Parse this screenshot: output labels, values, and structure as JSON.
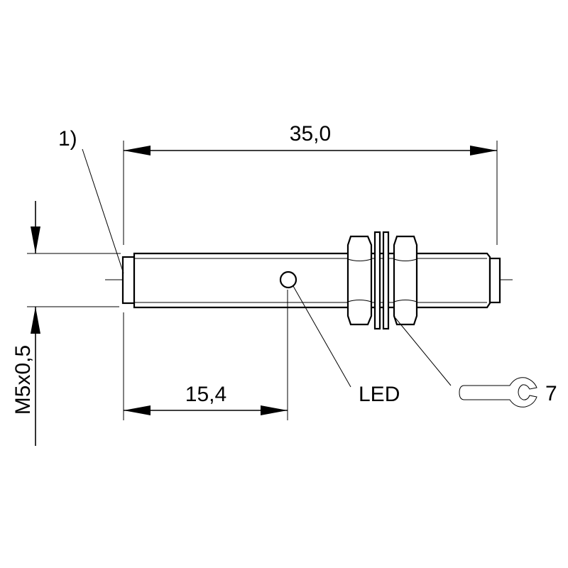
{
  "drawing": {
    "overall_length": "35,0",
    "led_distance": "15,4",
    "thread": "M5x0,5",
    "note_marker": "1)",
    "led_label": "LED",
    "wrench_size": "7",
    "icons": [
      "wrench-icon"
    ]
  }
}
